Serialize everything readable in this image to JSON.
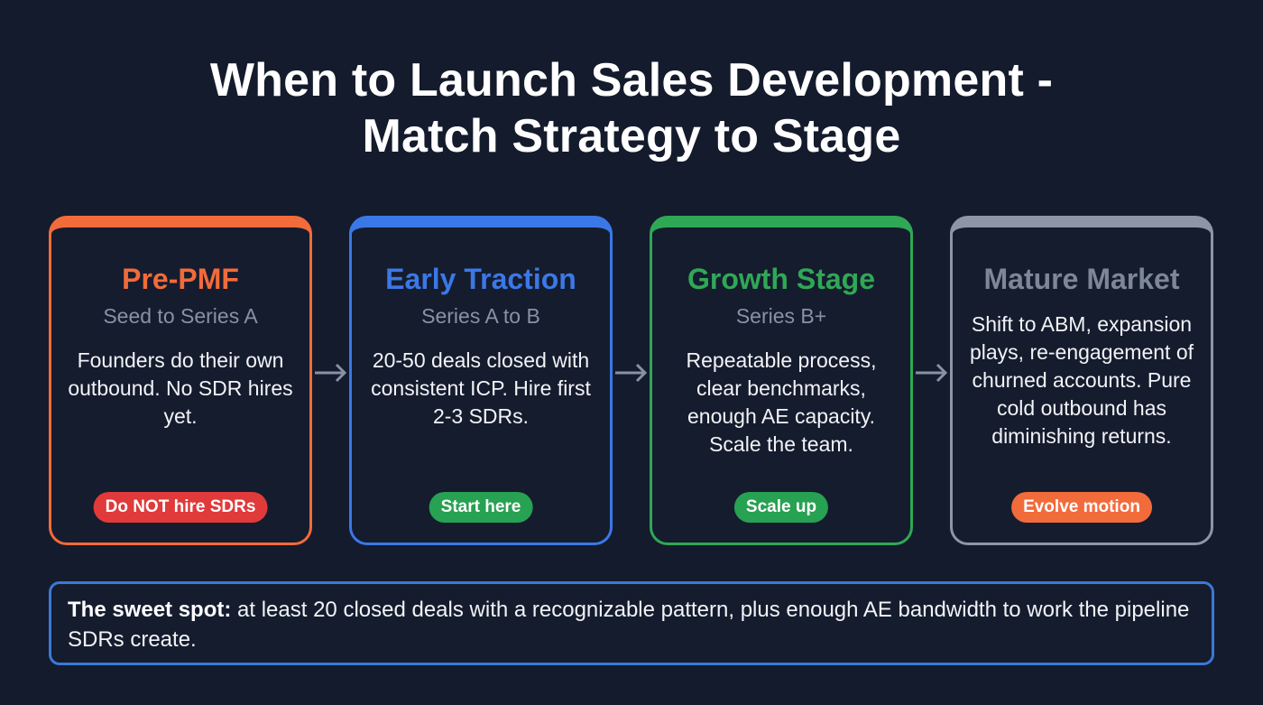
{
  "title": {
    "line1": "When to Launch Sales Development -",
    "line2": "Match Strategy to Stage"
  },
  "colors": {
    "background": "#141b2c",
    "pre_pmf": "#f26b3a",
    "early_traction": "#3b78e7",
    "growth": "#2fa855",
    "mature_title": "#7d8797",
    "mature_border": "#8d96a6",
    "badge_red": "#e03a3a",
    "badge_green": "#27a152",
    "badge_orange": "#f26b3a",
    "arrow": "#8792a5"
  },
  "stages": [
    {
      "title": "Pre-PMF",
      "subtitle": "Seed to Series A",
      "description": "Founders do their own outbound. No SDR hires yet.",
      "badge": "Do NOT hire SDRs"
    },
    {
      "title": "Early Traction",
      "subtitle": "Series A to B",
      "description": "20-50 deals closed with consistent ICP. Hire first 2-3 SDRs.",
      "badge": "Start here"
    },
    {
      "title": "Growth Stage",
      "subtitle": "Series B+",
      "description": "Repeatable process, clear benchmarks, enough AE capacity. Scale the team.",
      "badge": "Scale up"
    },
    {
      "title": "Mature Market",
      "subtitle": "",
      "description": "Shift to ABM, expansion plays, re-engagement of churned accounts. Pure cold outbound has diminishing returns.",
      "badge": "Evolve motion"
    }
  ],
  "arrows": [
    "arrow-right-icon",
    "arrow-right-icon",
    "arrow-right-icon"
  ],
  "footer": {
    "label": "The sweet spot:",
    "text": " at least 20 closed deals with a recognizable pattern, plus enough AE bandwidth to work the pipeline SDRs create."
  }
}
